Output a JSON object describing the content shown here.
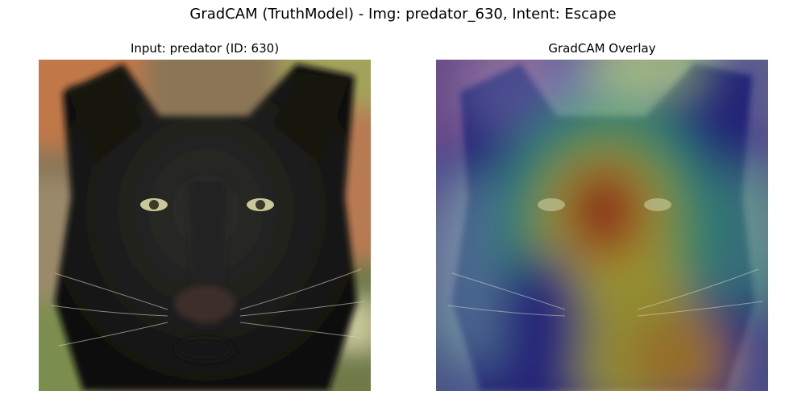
{
  "figure": {
    "suptitle": "GradCAM (TruthModel) - Img: predator_630, Intent: Escape"
  },
  "panels": [
    {
      "title": "Input: predator (ID: 630)",
      "content": "photo of a black panther face, front view, yellow-green eyes, blurred foliage background"
    },
    {
      "title": "GradCAM Overlay",
      "content": "same photo with jet-colormap heatmap overlay; red peak on the nose bridge between the eyes, orange/yellow down the lower right, blue around the edges",
      "colormap": "jet",
      "peak_color": "#b01010"
    }
  ]
}
